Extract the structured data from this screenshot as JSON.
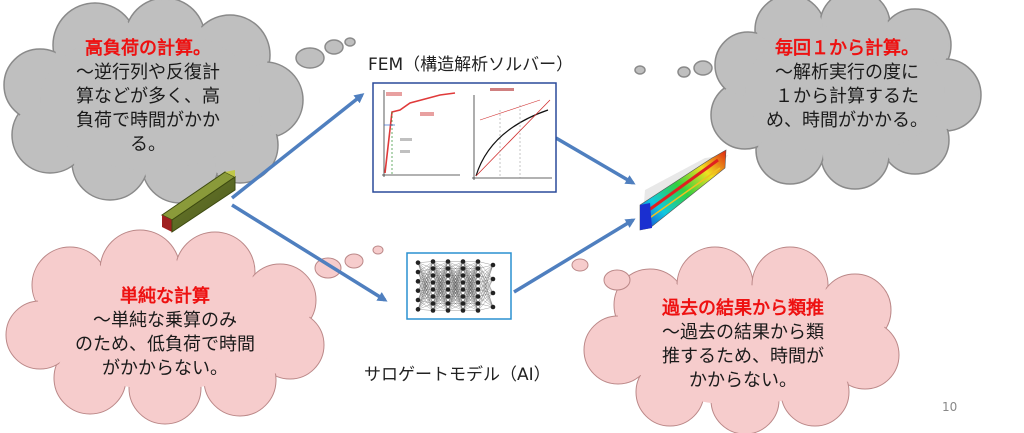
{
  "slide": {
    "page_number": "10",
    "fem_label": "FEM（構造解析ソルバー）",
    "surrogate_label": "サロゲートモデル（AI）"
  },
  "clouds": {
    "fem_cost": {
      "title": "高負荷の計算。",
      "body": "～逆行列や反復計\n算などが多く、高\n負荷で時間がかか\nる。"
    },
    "fem_repeat": {
      "title": "毎回１から計算。",
      "body": "～解析実行の度に\n１から計算するた\nめ、時間がかかる。"
    },
    "ai_simple": {
      "title": "単純な計算",
      "body": "～単純な乗算のみ\nのため、低負荷で時間\nがかからない。"
    },
    "ai_past": {
      "title": "過去の結果から類推",
      "body": "～過去の結果から類\n推するため、時間が\nかからない。"
    }
  },
  "colors": {
    "cloud_gray": "#bfbfbf",
    "cloud_pink": "#f6cccc",
    "arrow": "#4f7fbf",
    "accent_red": "#ee1111"
  }
}
